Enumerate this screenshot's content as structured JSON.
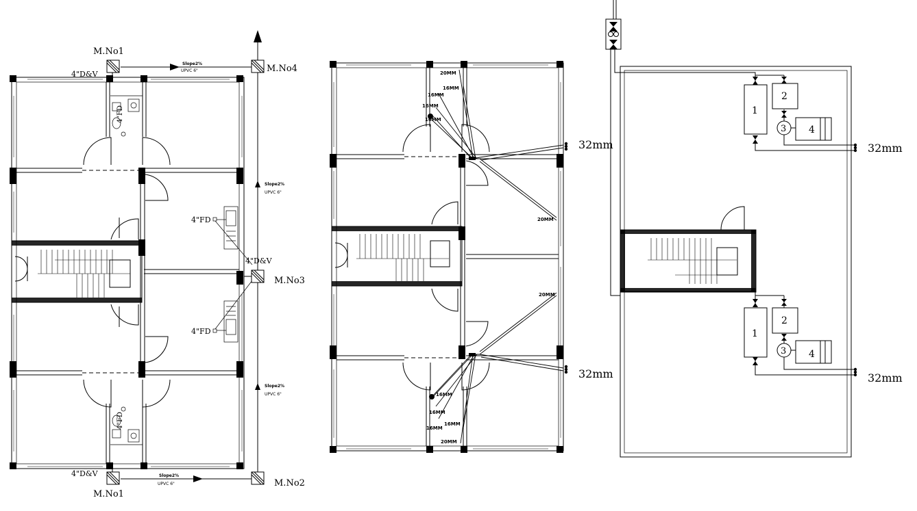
{
  "drainage": {
    "manholes": {
      "mno1_top": "M.No1",
      "mno4": "M.No4",
      "mno3": "M.No3",
      "mno2": "M.No2",
      "mno1_bottom": "M.No1"
    },
    "dv_top": "4\"D&V",
    "dv_mid": "4\"D&V",
    "dv_bottom": "4\"D&V",
    "fd_top": "4\"FD",
    "fd_bottom": "4\"FD",
    "wc_fd_top": "4\"FD",
    "wc_fd_bottom": "4\"FD",
    "slope_labels": [
      "Slope2%",
      "Slope2%",
      "Slope2%",
      "Slope2%"
    ],
    "pipe_labels": [
      "UPVC 6\"",
      "UPVC 6\"",
      "UPVC 6\"",
      "UPVC 6\""
    ]
  },
  "water_supply": {
    "pipe_labels_top": [
      "20MM",
      "16MM",
      "16MM",
      "16MM",
      "16MM"
    ],
    "pipe_label_right_top": "20MM",
    "pipe_label_right_bottom": "20MM",
    "pipe_labels_bottom": [
      "16MM",
      "16MM",
      "16MM",
      "16MM",
      "20MM"
    ],
    "main_top": "32mm",
    "main_bottom": "32mm"
  },
  "terrace": {
    "tank_top": [
      "1",
      "2",
      "3",
      "4"
    ],
    "tank_bottom": [
      "1",
      "2",
      "3",
      "4"
    ],
    "main_top": "32mm",
    "main_bottom": "32mm"
  }
}
